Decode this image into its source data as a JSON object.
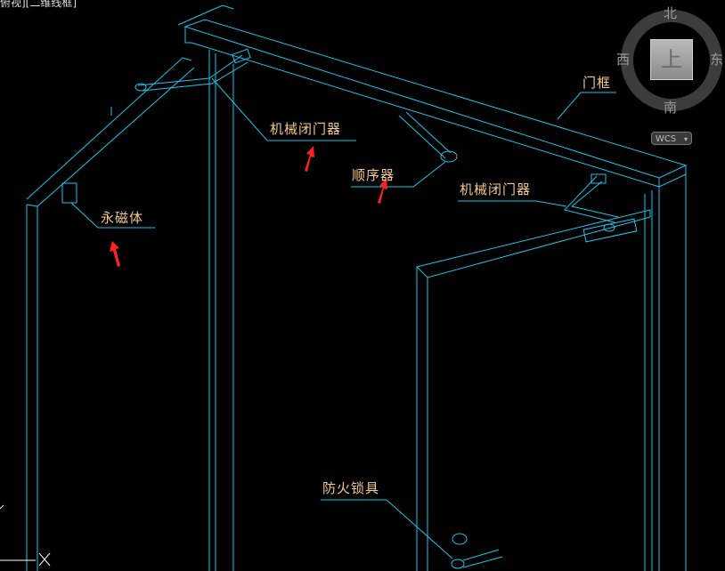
{
  "viewport": {
    "view_label": "俯视][二维线框]"
  },
  "labels": {
    "door_frame": "门框",
    "closer_left": "机械闭门器",
    "sequencer": "顺序器",
    "closer_right": "机械闭门器",
    "magnet": "永磁体",
    "fire_lock": "防火锁具"
  },
  "viewcube": {
    "north": "北",
    "south": "南",
    "east": "东",
    "west": "西",
    "face": "上",
    "coord_system": "WCS"
  },
  "colors": {
    "background": "#000000",
    "linework": "#19c6ee",
    "annotation_text": "#f5c98a",
    "arrow": "#ff2020"
  }
}
